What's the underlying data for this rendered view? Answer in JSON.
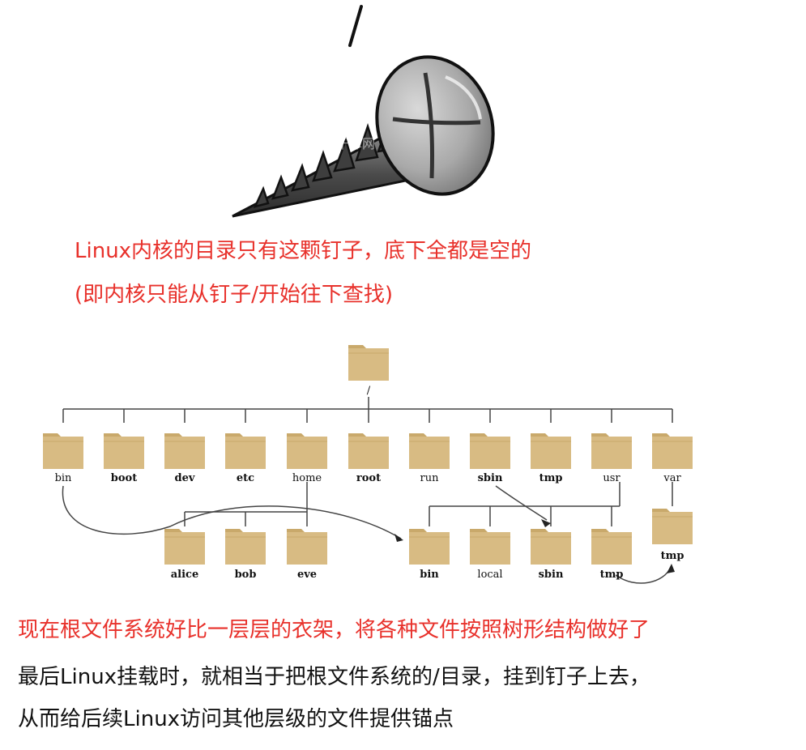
{
  "notes": {
    "kernel_line1": "Linux内核的目录只有这颗钉子，底下全都是空的",
    "kernel_line2": "(即内核只能从钉子/开始往下查找)",
    "rootfs_line": "现在根文件系统好比一层层的衣架，将各种文件按照树形结构做好了",
    "mount_line1": "最后Linux挂载时，就相当于把根文件系统的/目录，挂到钉子上去，",
    "mount_line2": "从而给后续Linux访问其他层级的文件提供锚点"
  },
  "nail_label": "/",
  "watermark": "千库网",
  "tree": {
    "root": "/",
    "level1": [
      "bin",
      "boot",
      "dev",
      "etc",
      "home",
      "root",
      "run",
      "sbin",
      "tmp",
      "usr",
      "var"
    ],
    "home_children": [
      "alice",
      "bob",
      "eve"
    ],
    "usr_children": [
      "bin",
      "local",
      "sbin",
      "tmp"
    ],
    "var_children": [
      "tmp"
    ]
  },
  "colors": {
    "note_red": "#e8312b",
    "folder": "#d8bb83",
    "folder_tab": "#c9a96b"
  }
}
